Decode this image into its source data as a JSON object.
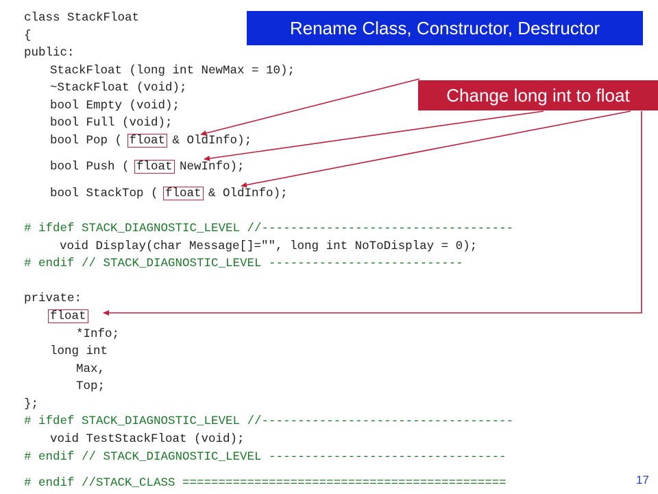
{
  "banners": {
    "rename": "Rename Class, Constructor, Destructor",
    "change": "Change long int to float"
  },
  "code": {
    "l01": "class StackFloat",
    "l02": "{",
    "l03": "public:",
    "l04": "StackFloat (long int NewMax = 10);",
    "l05": "~StackFloat (void);",
    "l06": "bool Empty (void);",
    "l07": "bool Full (void);",
    "l08a": "bool Pop ( ",
    "l08b": "float",
    "l08c": " & OldInfo);",
    "l09a": "bool Push ( ",
    "l09b": "float",
    "l09c": " NewInfo);",
    "l10a": "bool StackTop ( ",
    "l10b": "float",
    "l10c": " & OldInfo);",
    "l11": "# ifdef STACK_DIAGNOSTIC_LEVEL //-----------------------------------",
    "l12": "void Display(char Message[]=\"\", long int NoToDisplay = 0);",
    "l13": "# endif // STACK_DIAGNOSTIC_LEVEL ---------------------------",
    "l14": "private:",
    "l15": "float",
    "l16": "*Info;",
    "l17": "long int",
    "l18": "Max,",
    "l19": "Top;",
    "l20": "};",
    "l21": "# ifdef STACK_DIAGNOSTIC_LEVEL //-----------------------------------",
    "l22": "void TestStackFloat (void);",
    "l23": "# endif // STACK_DIAGNOSTIC_LEVEL ---------------------------------",
    "l24": "# endif //STACK_CLASS ============================================="
  },
  "page_number": "17",
  "colors": {
    "code_text": "#222222",
    "preprocessor_text": "#1d7a2a",
    "banner_blue": "#0d2ad8",
    "banner_red": "#bf1d38",
    "arrow": "#bf1d38"
  }
}
